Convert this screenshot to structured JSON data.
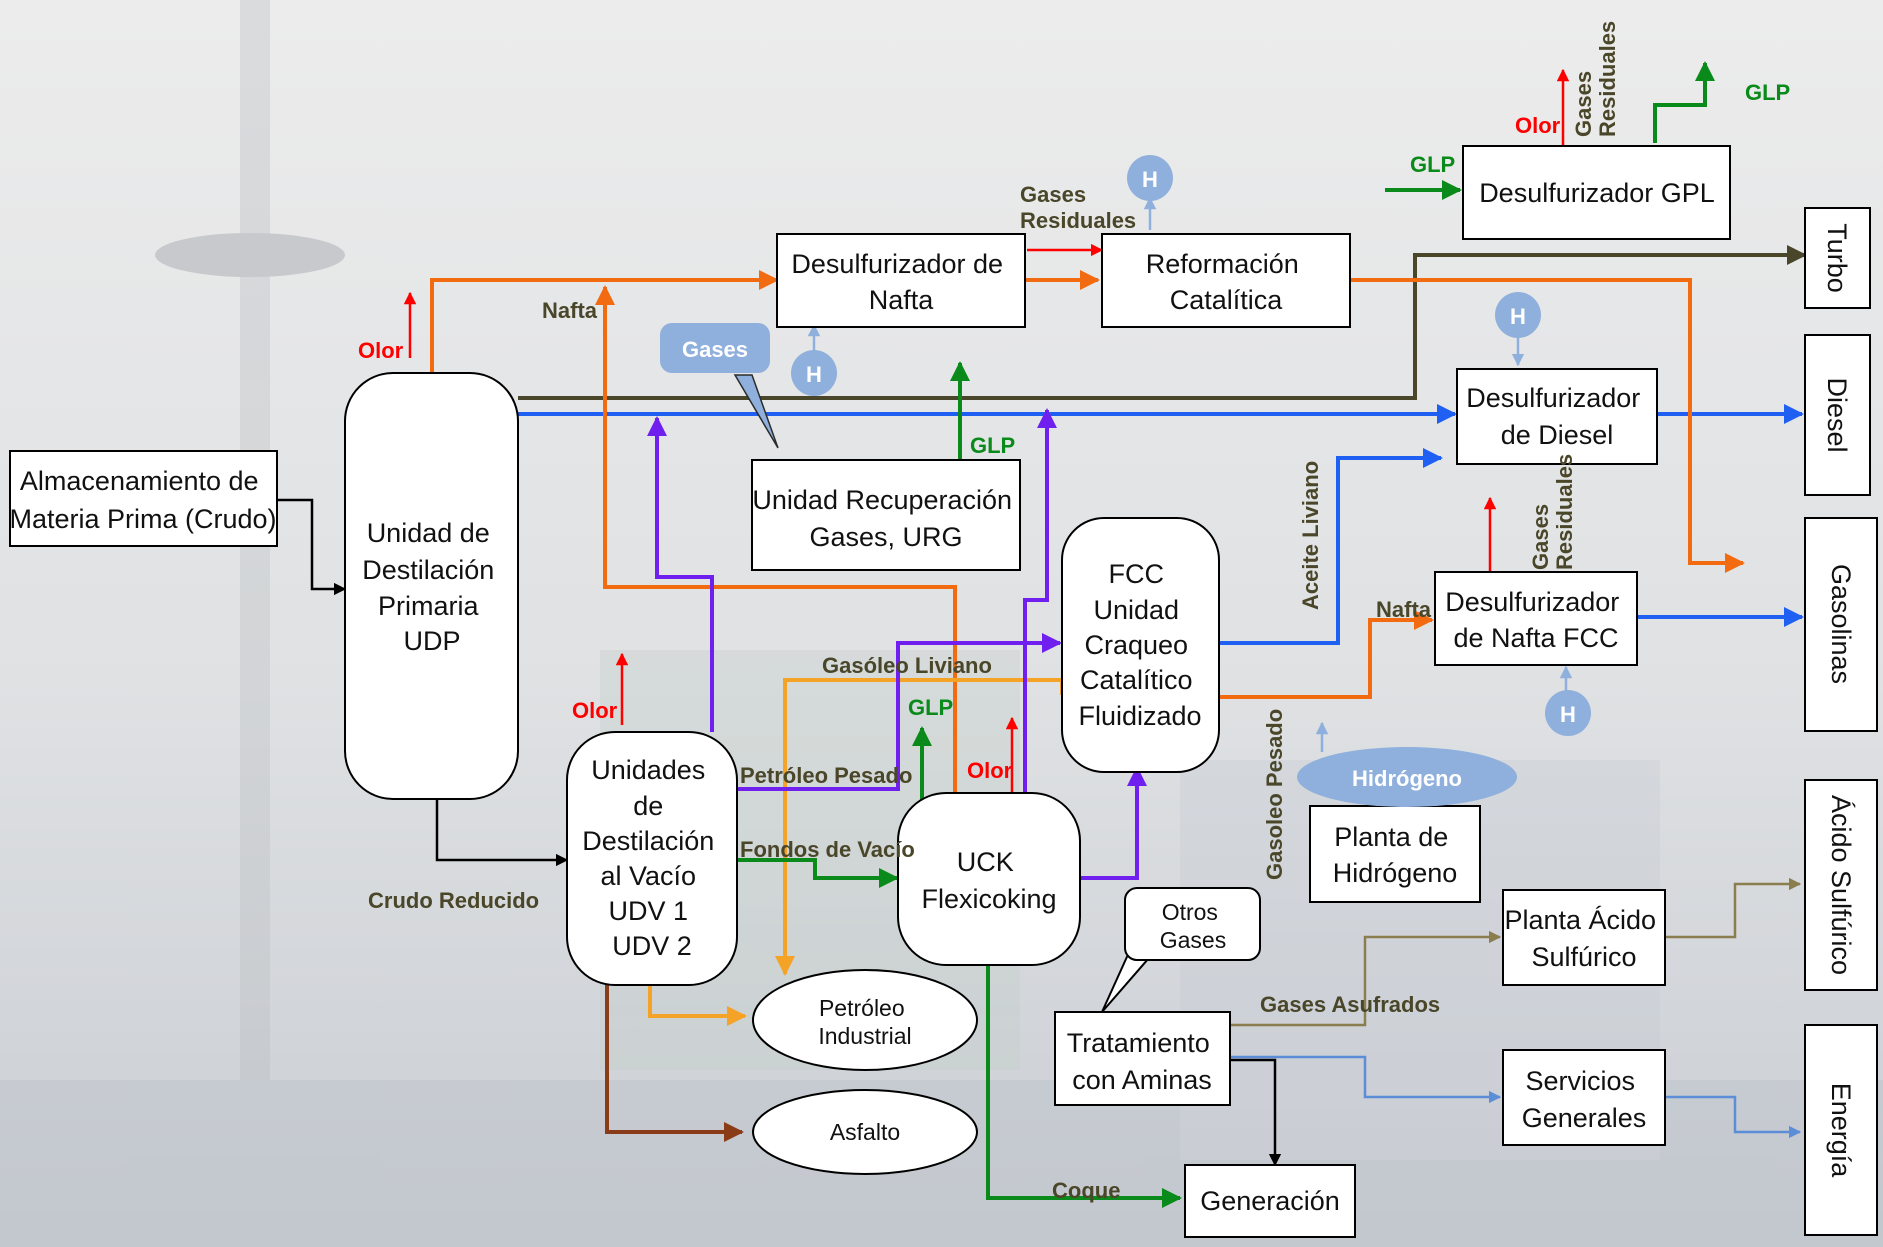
{
  "colors": {
    "orange": "#f26b10",
    "light_orange": "#f4a326",
    "blue": "#1f5ff2",
    "light_blue": "#5b8ed6",
    "h_blue": "#7fa7dc",
    "green": "#0a8a1a",
    "purple": "#7020ee",
    "dark_olive": "#4a4629",
    "olive_light": "#8a7d4e",
    "red": "#ff0000",
    "brown": "#8a3c18",
    "black": "#000000"
  },
  "units": {
    "almacenamiento": [
      "Almacenamiento  de",
      "Materia Prima (Crudo)"
    ],
    "udp": [
      "Unidad de",
      "Destilación",
      "Primaria",
      "UDP"
    ],
    "udv": [
      "Unidades",
      "de",
      "Destilación",
      "al Vacío",
      "UDV 1",
      "UDV 2"
    ],
    "desulf_nafta": [
      "Desulfurizador  de",
      "Nafta"
    ],
    "reformacion": [
      "Reformación",
      "Catalítica"
    ],
    "desulf_gpl": [
      "Desulfurizador  GPL"
    ],
    "urg": [
      "Unidad Recuperación",
      "Gases, URG"
    ],
    "desulf_diesel": [
      "Desulfurizador",
      "de Diesel"
    ],
    "fcc": [
      "FCC",
      "Unidad",
      "Craqueo",
      "Catalítico",
      "Fluidizado"
    ],
    "desulf_nafta_fcc": [
      "Desulfurizador",
      "de Nafta  FCC"
    ],
    "uck": [
      "UCK",
      "Flexicoking"
    ],
    "planta_h2": [
      "Planta de",
      "Hidrógeno"
    ],
    "planta_acido": [
      "Planta  Ácido",
      "Sulfúrico"
    ],
    "tratamiento": [
      "Tratamiento",
      "con Aminas"
    ],
    "servicios": [
      "Servicios",
      "Generales"
    ],
    "generacion": [
      "Generación"
    ],
    "petroleo_industrial": [
      "Petróleo",
      "Industrial"
    ],
    "asfalto": [
      "Asfalto"
    ]
  },
  "products": {
    "turbo": "Turbo",
    "diesel": "Diesel",
    "gasolinas": "Gasolinas",
    "acido": "Ácido Sulfúrico",
    "energia": "Energía"
  },
  "bubbles": {
    "gases": "Gases",
    "otros_gases": [
      "Otros",
      "Gases"
    ],
    "hidrogeno": "Hidrógeno",
    "h": "H"
  },
  "labels": {
    "olor": "Olor",
    "glp": "GLP",
    "nafta": "Nafta",
    "gases_residuales": [
      "Gases",
      "Residuales"
    ],
    "aceite_liviano": "Aceite Liviano",
    "gasoleo_liviano": "Gasóleo Liviano",
    "gasoleo_pesado": "Gasoleo Pesado",
    "petroleo_pesado": "Petróleo Pesado",
    "fondos_vacio": "Fondos de Vacío",
    "crudo_reducido": "Crudo Reducido",
    "gases_asufrados": "Gases Asufrados",
    "coque": "Coque"
  }
}
